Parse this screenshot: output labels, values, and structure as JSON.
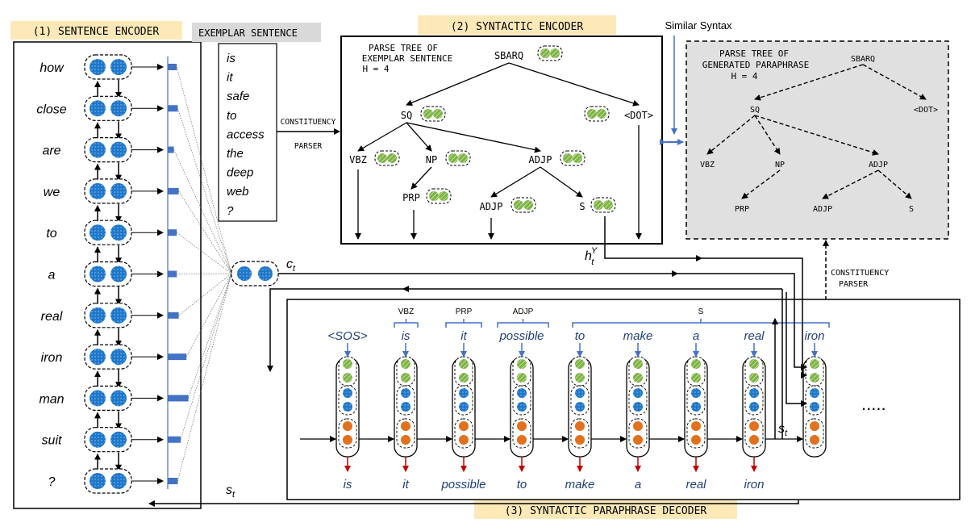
{
  "sentence_encoder": {
    "title": "(1) SENTENCE ENCODER",
    "words": [
      "how",
      "close",
      "are",
      "we",
      "to",
      "a",
      "real",
      "iron",
      "man",
      "suit",
      "?"
    ],
    "attention_weights": [
      0.12,
      0.14,
      0.06,
      0.16,
      0.12,
      0.12,
      0.16,
      0.32,
      0.36,
      0.2,
      0.14
    ],
    "state_label": "c",
    "state_sub": "t",
    "decoder_state_label": "s",
    "decoder_state_sub": "t"
  },
  "exemplar": {
    "title": "EXEMPLAR SENTENCE",
    "words": [
      "is",
      "it",
      "safe",
      "to",
      "access",
      "the",
      "deep",
      "web",
      "?"
    ],
    "parser_label_1": "CONSTITUENCY",
    "parser_label_2": "PARSER"
  },
  "syntactic_encoder": {
    "title": "(2) SYNTACTIC ENCODER",
    "tree_caption": [
      "PARSE TREE OF",
      "EXEMPLAR SENTENCE",
      "H = 4"
    ],
    "nodes": [
      "SBARQ",
      "SQ",
      "<DOT>",
      "VBZ",
      "NP",
      "ADJP",
      "PRP",
      "ADJP",
      "S"
    ],
    "output_label": "h",
    "output_sup": "Y",
    "output_sub": "t"
  },
  "generated_tree": {
    "similar_syntax": "Similar Syntax",
    "tree_caption": [
      "PARSE TREE OF",
      "GENERATED PARAPHRASE",
      "H = 4"
    ],
    "nodes": [
      "SBARQ",
      "SQ",
      "<DOT>",
      "VBZ",
      "NP",
      "ADJP",
      "PRP",
      "ADJP",
      "S"
    ],
    "parser_label_1": "CONSTITUENCY",
    "parser_label_2": "PARSER"
  },
  "decoder": {
    "title": "(3) SYNTACTIC PARAPHRASE DECODER",
    "inputs": [
      "<SOS>",
      "is",
      "it",
      "possible",
      "to",
      "make",
      "a",
      "real",
      "iron"
    ],
    "outputs": [
      "is",
      "it",
      "possible",
      "to",
      "make",
      "a",
      "real",
      "iron"
    ],
    "brackets": [
      "VBZ",
      "PRP",
      "ADJP",
      "S"
    ],
    "state_label": "s",
    "state_sub": "t",
    "ellipsis": "....."
  },
  "colors": {
    "title_bg": "#fde9b8",
    "exemplar_title_bg": "#d9d9d9",
    "blue_cell": "#1f77c9",
    "green_cell": "#7cb342",
    "orange_cell": "#e2711d",
    "word_blue": "#1f3f7a",
    "arrow_blue": "#4472c4",
    "red_arrow": "#c00000",
    "gray_panel": "#e0e0e0"
  }
}
